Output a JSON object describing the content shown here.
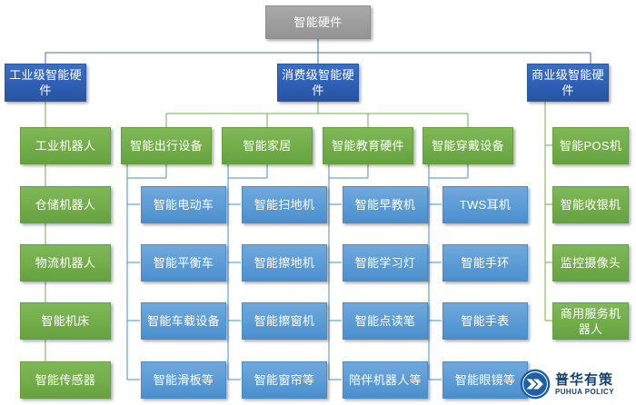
{
  "diagram": {
    "type": "org-tree",
    "title": "智能硬件",
    "root": {
      "label": "智能硬件",
      "color": "#9d9d9d"
    },
    "level2": [
      {
        "label": "工业级智能硬件",
        "color": "#2e5fb4"
      },
      {
        "label": "消费级智能硬件",
        "color": "#2e5fb4"
      },
      {
        "label": "商业级智能硬件",
        "color": "#2e5fb4"
      }
    ],
    "level3": [
      {
        "label": "工业机器人",
        "color": "#72ad49"
      },
      {
        "label": "智能出行设备",
        "color": "#72ad49"
      },
      {
        "label": "智能家居",
        "color": "#72ad49"
      },
      {
        "label": "智能教育硬件",
        "color": "#72ad49"
      },
      {
        "label": "智能穿戴设备",
        "color": "#72ad49"
      },
      {
        "label": "智能POS机",
        "color": "#72ad49"
      }
    ],
    "columns": {
      "industrial": [
        "仓储机器人",
        "物流机器人",
        "智能机床",
        "智能传感器"
      ],
      "mobility": [
        "智能电动车",
        "智能平衡车",
        "智能车载设备",
        "智能滑板等"
      ],
      "home": [
        "智能扫地机",
        "智能擦地机",
        "智能擦窗机",
        "智能窗帘等"
      ],
      "education": [
        "智能早教机",
        "智能学习灯",
        "智能点读笔",
        "陪伴机器人等"
      ],
      "wearable": [
        "TWS耳机",
        "智能手环",
        "智能手表",
        "智能眼镜等"
      ],
      "commercial": [
        "智能收银机",
        "监控摄像头",
        "商用服务机器人"
      ]
    },
    "colors": {
      "root": "#9d9d9d",
      "level2": "#2e5fb4",
      "green": "#72ad49",
      "blue": "#5b9bd5",
      "green_line": "#70ad47",
      "blue_line": "#4a8ccb",
      "gray_line": "#808080"
    }
  },
  "logo": {
    "name_cn": "普华有策",
    "name_en": "PUHUA POLICY",
    "color": "#14406e",
    "mark_color": "#1f5fa8"
  }
}
